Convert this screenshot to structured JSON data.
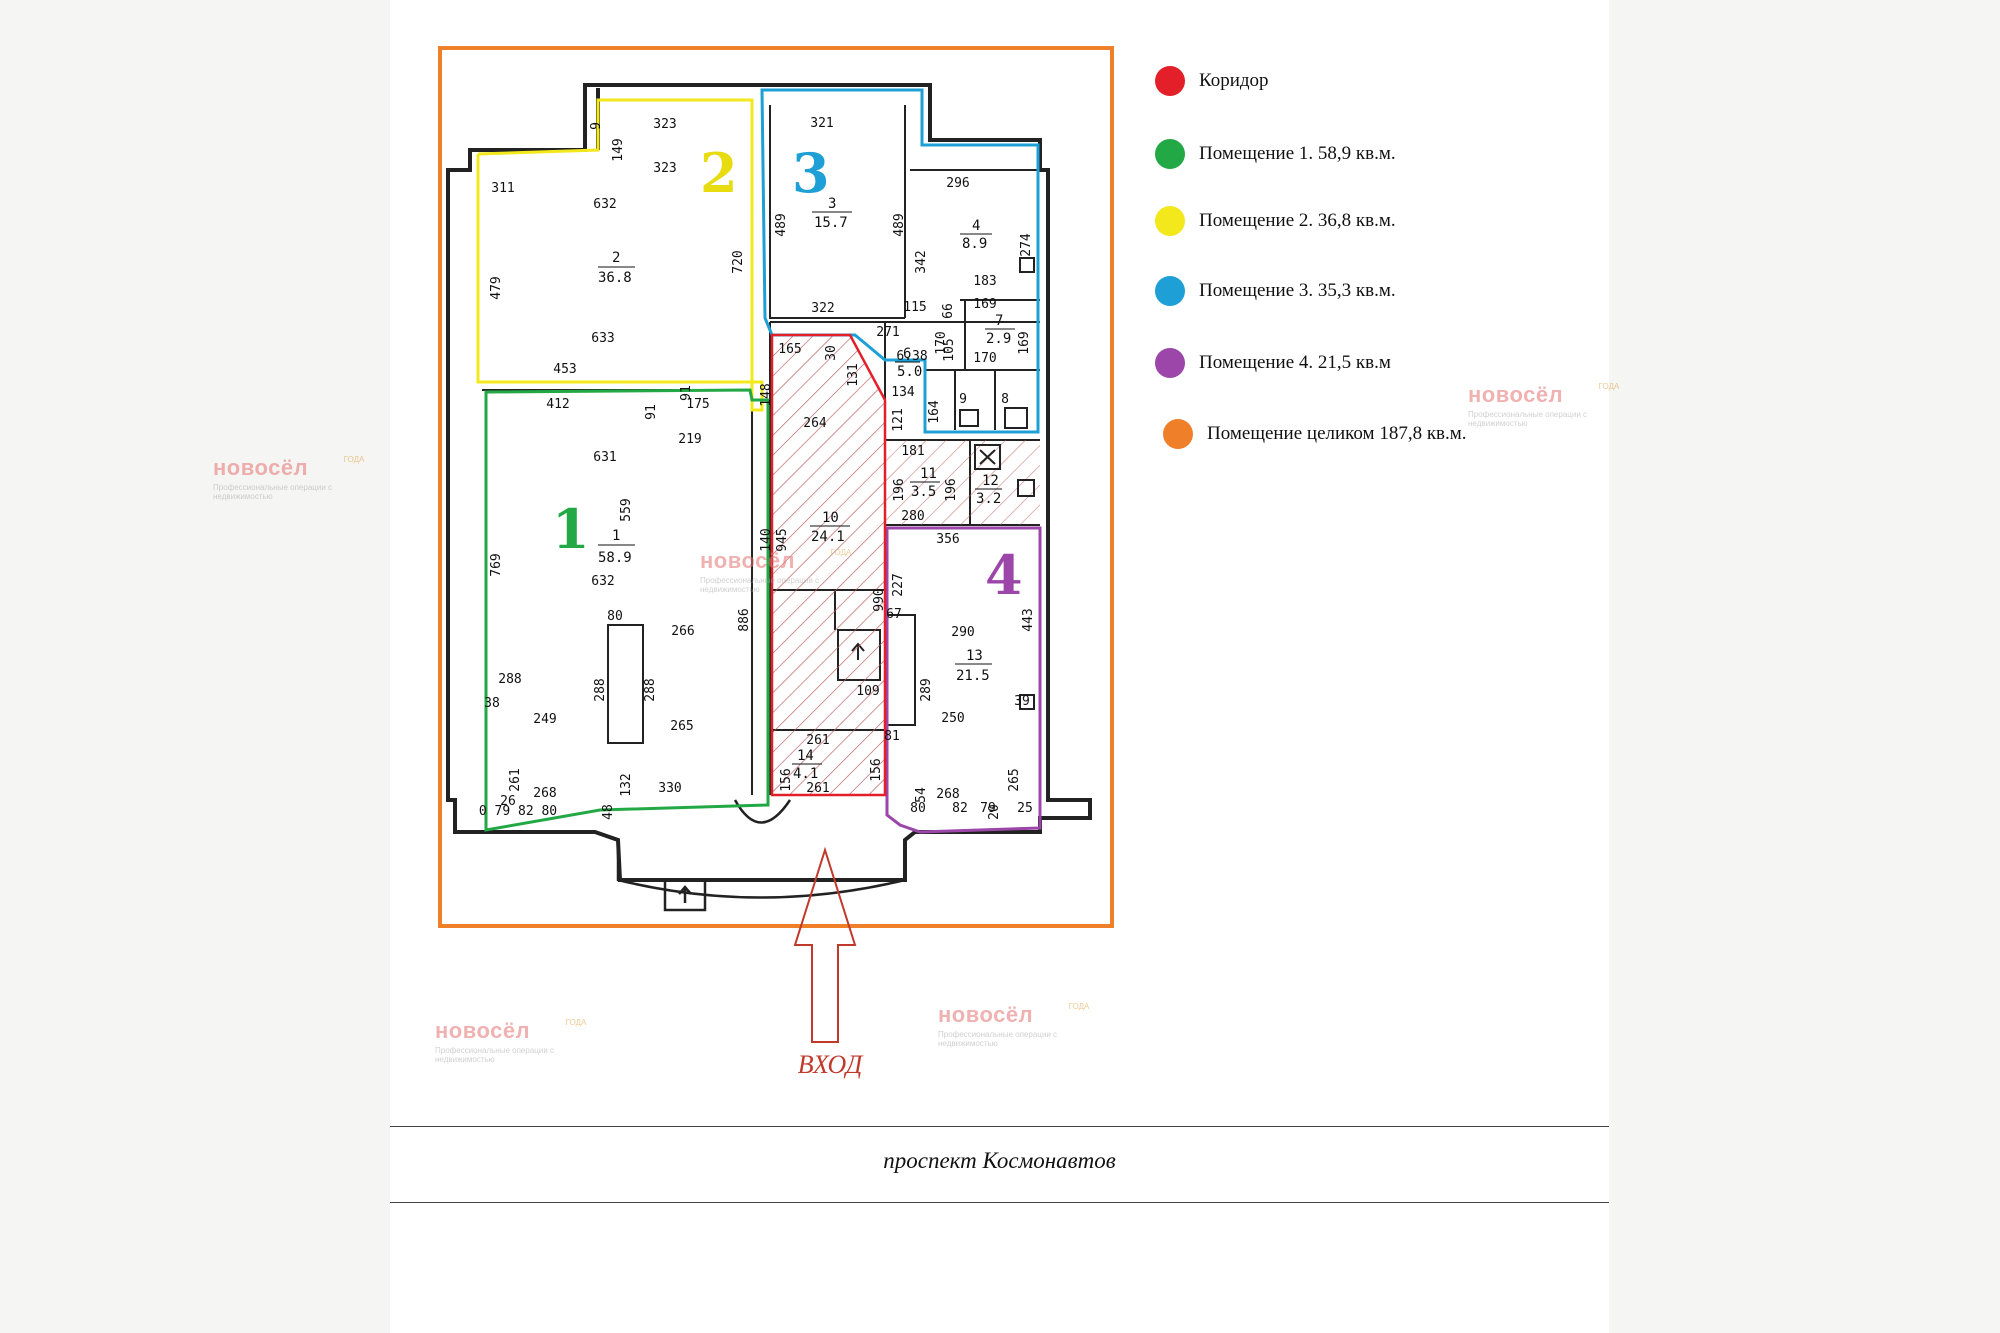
{
  "legend": [
    {
      "label": "Коридор",
      "color": "#e3202a"
    },
    {
      "label": "Помещение 1. 58,9 кв.м.",
      "color": "#22a844"
    },
    {
      "label": "Помещение 2. 36,8 кв.м.",
      "color": "#f2e81c"
    },
    {
      "label": "Помещение 3. 35,3 кв.м.",
      "color": "#1e9fd6"
    },
    {
      "label": "Помещение 4. 21,5 кв.м",
      "color": "#9b46a8"
    },
    {
      "label": "Помещение целиком 187,8 кв.м.",
      "color": "#f07f2a"
    }
  ],
  "zones": [
    {
      "number": "1",
      "color": "#22a844"
    },
    {
      "number": "2",
      "color": "#f2e81c"
    },
    {
      "number": "3",
      "color": "#1e9fd6"
    },
    {
      "number": "4",
      "color": "#9b46a8"
    }
  ],
  "outline_color": "#f07f2a",
  "rooms": [
    {
      "id": "1",
      "area": "58.9"
    },
    {
      "id": "2",
      "area": "36.8"
    },
    {
      "id": "3",
      "area": "15.7"
    },
    {
      "id": "4",
      "area": "8.9"
    },
    {
      "id": "6",
      "area": "5.0"
    },
    {
      "id": "7",
      "area": "2.9"
    },
    {
      "id": "10",
      "area": "24.1"
    },
    {
      "id": "11",
      "area": "3.5"
    },
    {
      "id": "12",
      "area": "3.2"
    },
    {
      "id": "13",
      "area": "21.5"
    },
    {
      "id": "14",
      "area": "4.1"
    }
  ],
  "dimensions": [
    "323",
    "323",
    "149",
    "9",
    "311",
    "632",
    "479",
    "720",
    "633",
    "453",
    "91",
    "175",
    "412",
    "91",
    "219",
    "631",
    "559",
    "769",
    "632",
    "80",
    "266",
    "288",
    "288",
    "288",
    "249",
    "265",
    "38",
    "261",
    "26",
    "268",
    "0 79 82 80",
    "48",
    "132",
    "330",
    "886",
    "945",
    "148",
    "140",
    "321",
    "489",
    "489",
    "322",
    "296",
    "342",
    "274",
    "183",
    "115",
    "66",
    "169",
    "170",
    "169",
    "170",
    "271",
    "6.38",
    "105",
    "165",
    "30",
    "131",
    "264",
    "164",
    "9",
    "8",
    "121",
    "134",
    "181",
    "196",
    "196",
    "280",
    "356",
    "227",
    "990",
    "67",
    "443",
    "290",
    "289",
    "250",
    "39",
    "109",
    "81",
    "261",
    "156",
    "156",
    "261",
    "54",
    "80",
    "268",
    "82",
    "79",
    "265",
    "25",
    "20"
  ],
  "entrance": "ВХОД",
  "street": "проспект Космонавтов",
  "watermark": {
    "logo": "новосёл",
    "subtitle": "Профессиональные операции с недвижимостью",
    "badge": "ГОДА"
  }
}
